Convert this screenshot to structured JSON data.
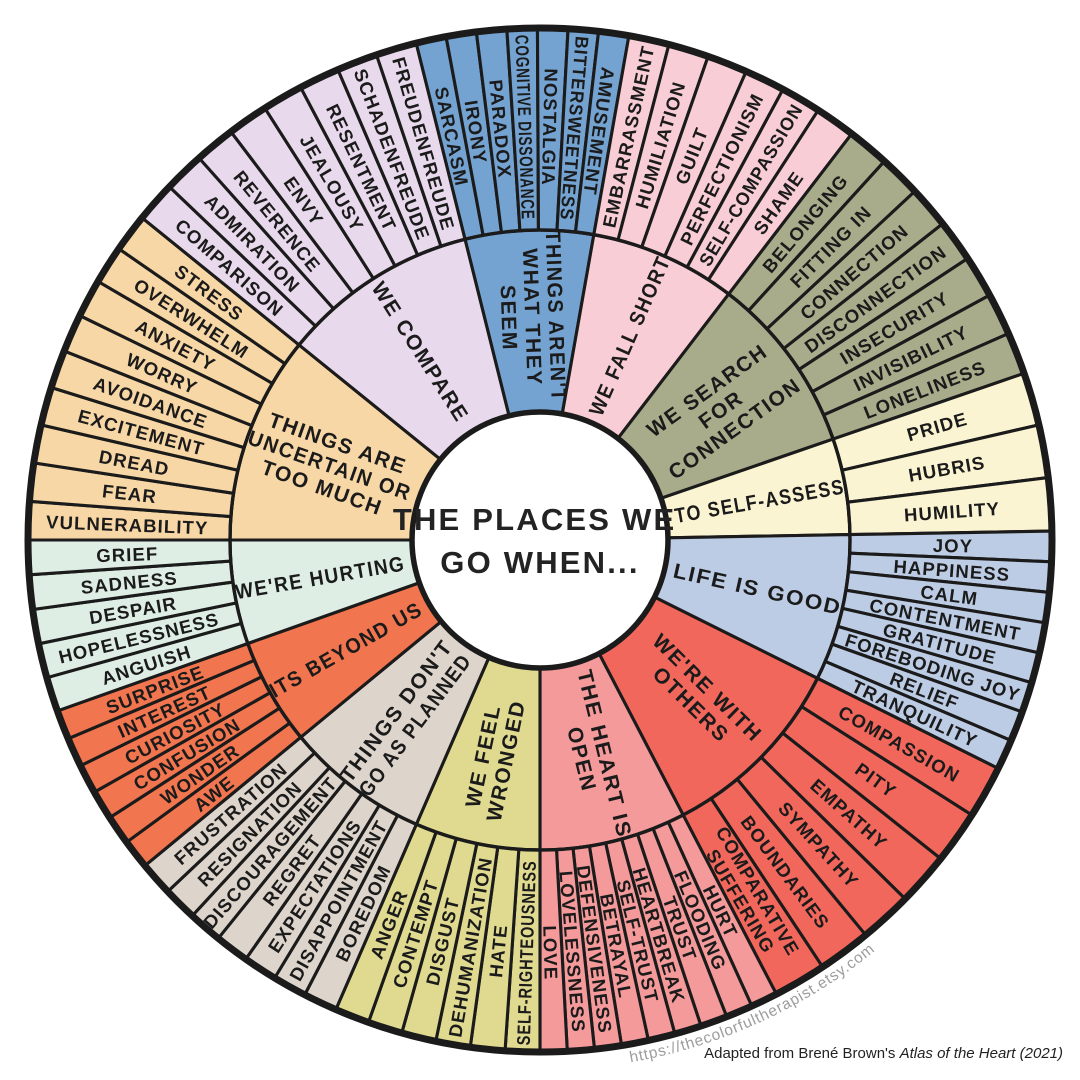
{
  "watermark": "https://thecolorfultherapist.etsy.com",
  "attribution": {
    "prefix": "Adapted from Brené Brown's ",
    "italic": "Atlas of the Heart (2021)"
  },
  "chart_data": {
    "type": "sunburst",
    "title": "THE PLACES WE GO WHEN...",
    "center_label_lines": [
      "THE PLACES WE",
      "GO WHEN..."
    ],
    "stroke_color": "#1b1b1b",
    "text_color": "#1b1b1b",
    "rings": [
      "center-title",
      "categories",
      "emotions"
    ],
    "sections": [
      {
        "id": "things-arent-what-they-seem",
        "label_lines": [
          "THINGS AREN'T",
          "WHAT THEY",
          "SEEM"
        ],
        "color": "#74A3D1",
        "start_deg": -14,
        "end_deg": 10,
        "label_style": "spine",
        "emotions": [
          "SARCASM",
          "IRONY",
          "PARADOX",
          "COGNITIVE DISSONANCE",
          "NOSTALGIA",
          "BITTERSWEETNESS",
          "AMUSEMENT"
        ]
      },
      {
        "id": "we-fall-short",
        "label_lines": [
          "WE FALL SHORT"
        ],
        "color": "#F8CDD5",
        "start_deg": 10,
        "end_deg": 37.5,
        "emotions": [
          "EMBARRASSMENT",
          "HUMILIATION",
          "GUILT",
          "PERFECTIONISM",
          "SELF-COMPASSION",
          "SHAME"
        ]
      },
      {
        "id": "we-search-for-connection",
        "label_lines": [
          "WE SEARCH",
          "FOR",
          "CONNECTION"
        ],
        "color": "#A9AC8B",
        "start_deg": 37.5,
        "end_deg": 71,
        "emotions": [
          "BELONGING",
          "FITTING IN",
          "CONNECTION",
          "DISCONNECTION",
          "INSECURITY",
          "INVISIBILITY",
          "LONELINESS"
        ]
      },
      {
        "id": "to-self-assess",
        "label_lines": [
          "TO SELF-ASSESS"
        ],
        "color": "#FAF4D3",
        "start_deg": 71,
        "end_deg": 89,
        "emotions": [
          "PRIDE",
          "HUBRIS",
          "HUMILITY"
        ]
      },
      {
        "id": "life-is-good",
        "label_lines": [
          "LIFE IS GOOD"
        ],
        "color": "#BDCCE5",
        "start_deg": 89,
        "end_deg": 116.5,
        "emotions": [
          "JOY",
          "HAPPINESS",
          "CALM",
          "CONTENTMENT",
          "GRATITUDE",
          "FOREBODING JOY",
          "RELIEF",
          "TRANQUILITY"
        ]
      },
      {
        "id": "were-with-others",
        "label_lines": [
          "WE'RE WITH",
          "OTHERS"
        ],
        "color": "#F2675C",
        "start_deg": 116.5,
        "end_deg": 152.5,
        "emotions": [
          "COMPASSION",
          "PITY",
          "EMPATHY",
          "SYMPATHY",
          "BOUNDARIES",
          [
            "COMPARATIVE",
            "SUFFERING"
          ]
        ]
      },
      {
        "id": "the-heart-is-open",
        "label_lines": [
          "THE HEART IS",
          "OPEN"
        ],
        "color": "#F59A9B",
        "start_deg": 152.5,
        "end_deg": 180,
        "emotions": [
          "HURT",
          "FLOODING",
          "TRUST",
          "HEARTBREAK",
          "SELF-TRUST",
          "BETRAYAL",
          "DEFENSIVENESS",
          "LOVELESSNESS",
          "LOVE"
        ]
      },
      {
        "id": "we-feel-wronged",
        "label_lines": [
          "WE FEEL",
          "WRONGED"
        ],
        "color": "#DFDA8F",
        "start_deg": 180,
        "end_deg": 203.5,
        "emotions": [
          "SELF-RIGHTEOUSNESS",
          "HATE",
          "DEHUMANIZATION",
          "DISGUST",
          "CONTEMPT",
          "ANGER"
        ]
      },
      {
        "id": "things-dont-go-as-planned",
        "label_lines": [
          "THINGS DON'T",
          "GO AS PLANNED"
        ],
        "color": "#DDD4CB",
        "start_deg": 203.5,
        "end_deg": 230.5,
        "emotions": [
          "BOREDOM",
          "DISAPPOINTMENT",
          "EXPECTATIONS",
          "REGRET",
          "DISCOURAGEMENT",
          "RESIGNATION",
          "FRUSTRATION"
        ]
      },
      {
        "id": "its-beyond-us",
        "label_lines": [
          "ITS BEYOND US"
        ],
        "color": "#F1754E",
        "start_deg": 230.5,
        "end_deg": 250.5,
        "emotions": [
          "AWE",
          "WONDER",
          "CONFUSION",
          "CURIOSITY",
          "INTEREST",
          "SURPRISE"
        ]
      },
      {
        "id": "were-hurting",
        "label_lines": [
          "WE'RE HURTING"
        ],
        "color": "#DFEEE5",
        "start_deg": 250.5,
        "end_deg": 270,
        "emotions": [
          "ANGUISH",
          "HOPELESSNESS",
          "DESPAIR",
          "SADNESS",
          "GRIEF"
        ]
      },
      {
        "id": "things-are-uncertain-or-too-much",
        "label_lines": [
          "THINGS ARE",
          "UNCERTAIN OR",
          "TOO MUCH"
        ],
        "color": "#F8D7A6",
        "start_deg": 270,
        "end_deg": 309,
        "emotions": [
          "VULNERABILITY",
          "FEAR",
          "DREAD",
          "EXCITEMENT",
          "AVOIDANCE",
          "WORRY",
          "ANXIETY",
          "OVERWHELM",
          "STRESS"
        ]
      },
      {
        "id": "we-compare",
        "label_lines": [
          "WE COMPARE"
        ],
        "color": "#E9D9EC",
        "start_deg": 309,
        "end_deg": 346,
        "emotions": [
          "COMPARISON",
          "ADMIRATION",
          "REVERENCE",
          "ENVY",
          "JEALOUSY",
          "RESENTMENT",
          "SCHADENFREUDE",
          "FREUDENFREUDE"
        ]
      }
    ]
  }
}
